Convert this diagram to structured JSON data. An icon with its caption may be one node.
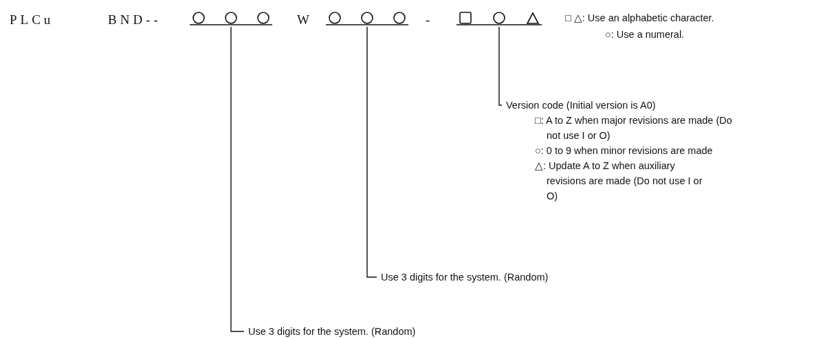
{
  "diagram": {
    "nodes": [
      {
        "text": [],
        "shape": "bar"
      },
      {
        "text": [],
        "shape": "bar"
      },
      {
        "text": [],
        "shape": "bar"
      },
      {
        "text": [
          "Version code (Initial version is A0)",
          "□: A to Z when major revisions are made (Do not use I or O)",
          "○: 0 to 9 when minor revisions are made",
          "△: Update A to Z when auxiliary revisions are made (Do not use I or O)"
        ]
      },
      {
        "text": [
          "Use 3 digits for the system. (Random)"
        ]
      },
      {
        "text": [
          "Use 3 digits for the system. (Random)"
        ]
      }
    ],
    "edges": [
      {
        "from": 3,
        "to": 2,
        "arrow": "none"
      },
      {
        "from": 4,
        "to": 1,
        "arrow": "none"
      },
      {
        "from": 5,
        "to": 0,
        "arrow": "none"
      }
    ],
    "labels": [
      "PLCu",
      "BND--",
      "W",
      "-",
      "□ △: Use an alphabetic character.",
      "○: Use a numeral."
    ]
  }
}
